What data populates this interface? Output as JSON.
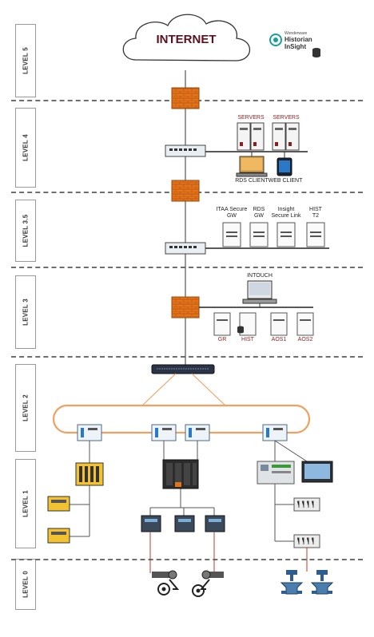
{
  "levels": [
    "LEVEL 5",
    "LEVEL 4",
    "LEVEL 3.5",
    "LEVEL 3",
    "LEVEL 2",
    "LEVEL 1",
    "LEVEL 0"
  ],
  "internet": "INTERNET",
  "logo": {
    "brand": "Wonderware",
    "line1": "Historian",
    "line2": "InSight"
  },
  "level4": {
    "servers_a": "SERVERS",
    "servers_b": "SERVERS",
    "rds_client": "RDS CLIENT",
    "web_client": "WEB CLIENT"
  },
  "level35": {
    "itaa_1": "ITAA Secure",
    "itaa_2": "GW",
    "rds_1": "RDS",
    "rds_2": "GW",
    "insight_1": "Insight",
    "insight_2": "Secure Link",
    "hist_1": "HIST",
    "hist_2": "T2"
  },
  "level3": {
    "intouch": "INTOUCH",
    "gr": "GR",
    "hist": "HIST",
    "aos1": "AOS1",
    "aos2": "AOS2"
  },
  "colors": {
    "firewall": "#e2731a",
    "ring": "#f0a060",
    "dash": "#6e6e6e",
    "wire": "#555555"
  }
}
